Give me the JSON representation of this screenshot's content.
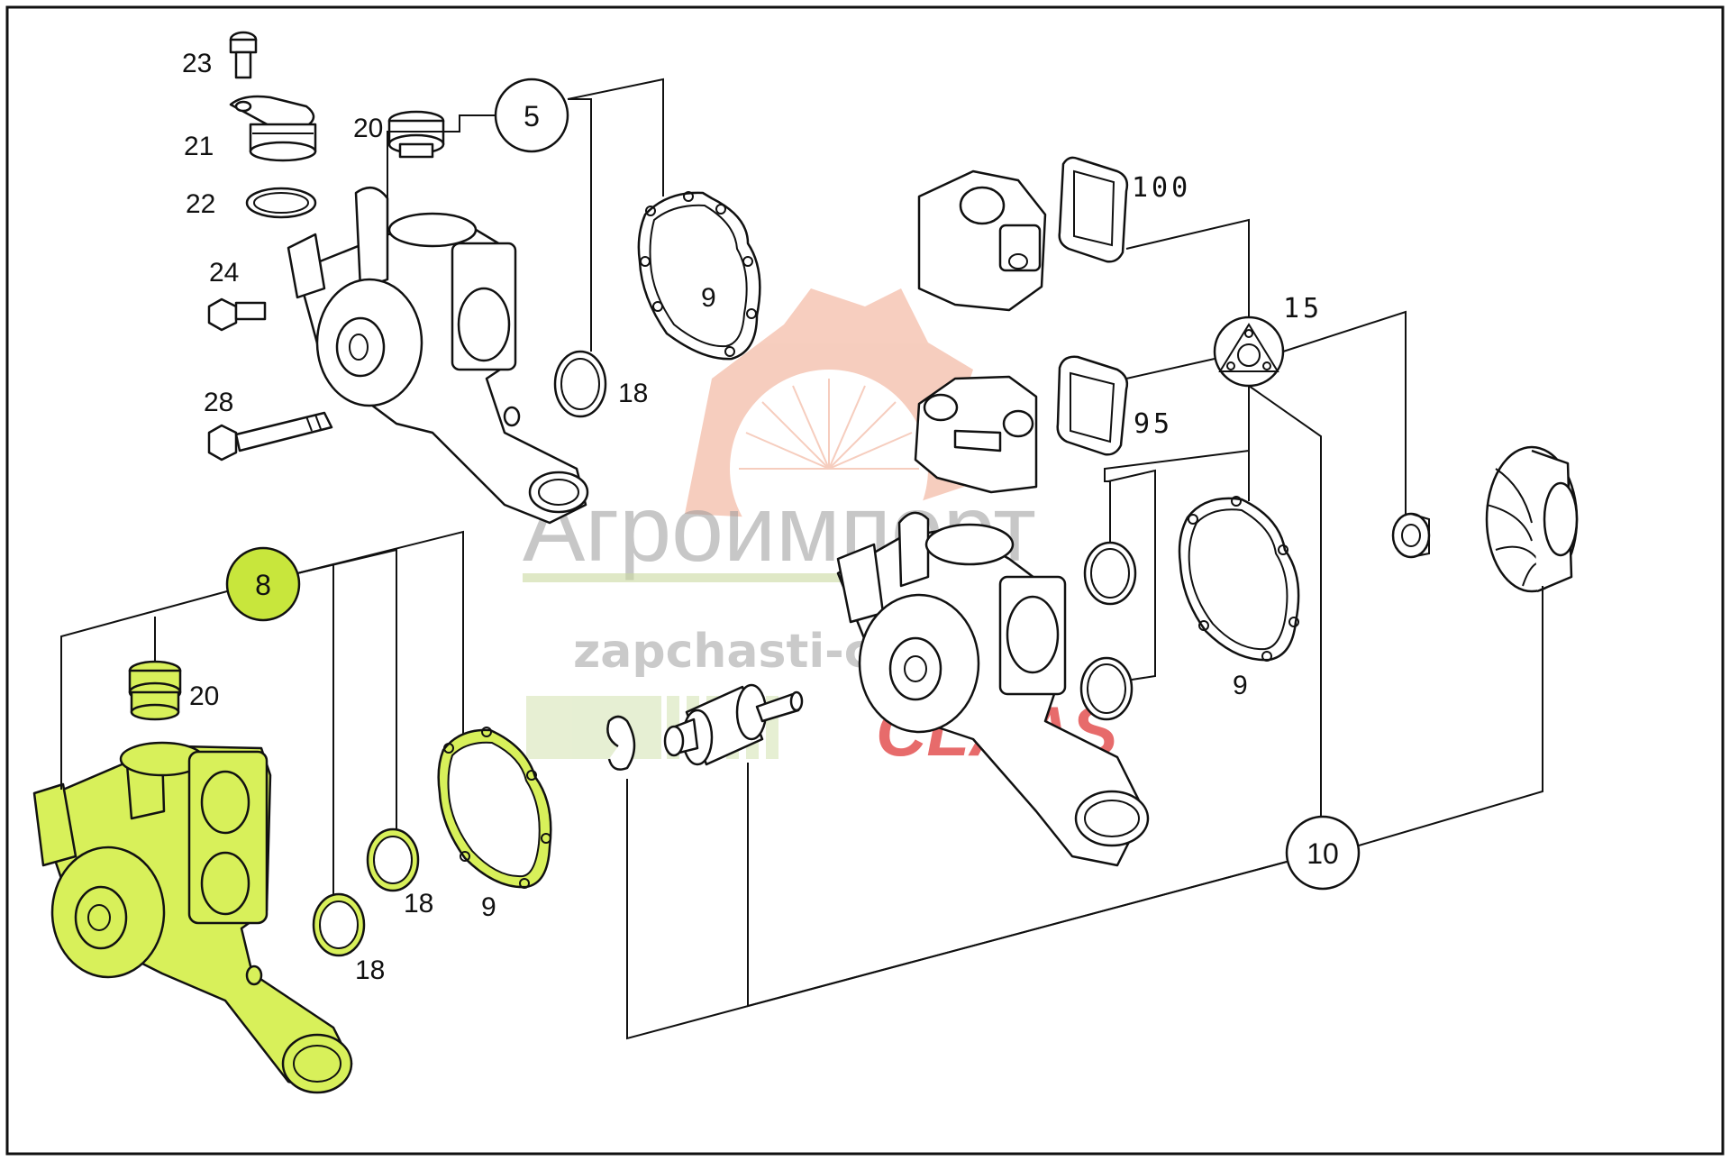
{
  "callouts": {
    "c5": "5",
    "c8": "8",
    "c10": "10"
  },
  "labels": {
    "l23": "23",
    "l21": "21",
    "l22": "22",
    "l24": "24",
    "l28": "28",
    "l20a": "20",
    "l18a": "18",
    "l9a": "9",
    "l100": "100",
    "l15": "15",
    "l95": "95",
    "l9b": "9",
    "l20b": "20",
    "l18b": "18",
    "l18c": "18",
    "l9c": "9"
  },
  "watermark": {
    "company": "Агроимпорт",
    "url": "zapchasti-claas.ru",
    "brand": "CLAAS"
  },
  "colors": {
    "highlight": "#d8f05a",
    "callout_fill_8": "#c8e63c",
    "watermark_gear": "#f0a58a",
    "watermark_brand": "#e03a3a"
  }
}
